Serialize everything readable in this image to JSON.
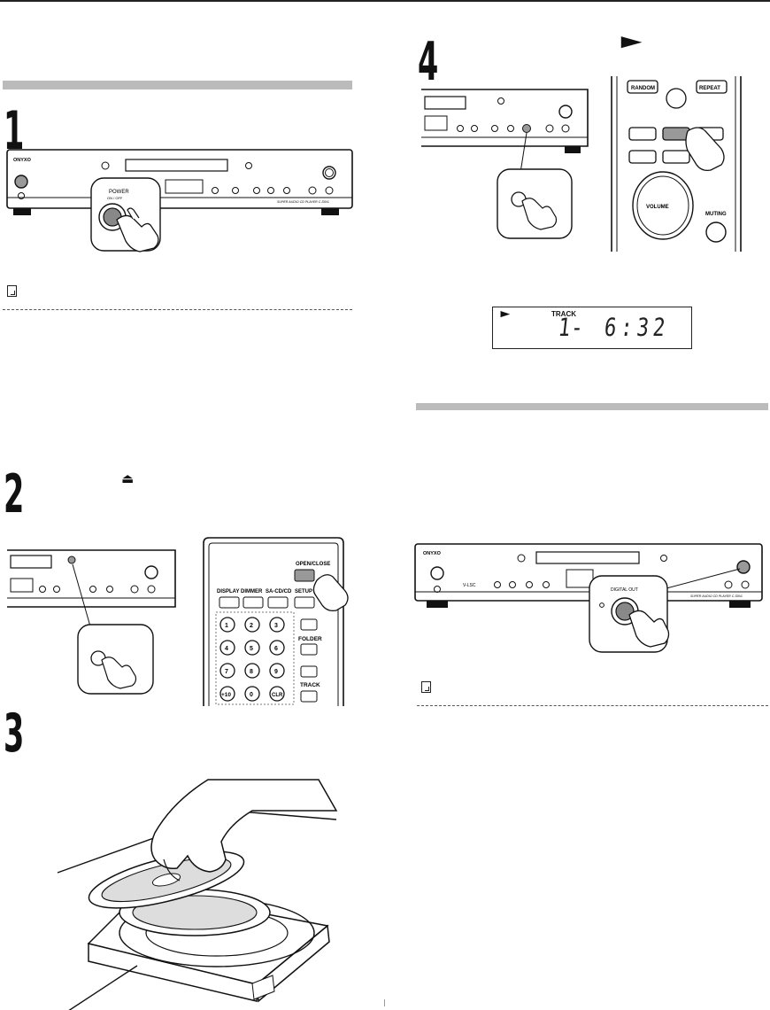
{
  "glyphs": {
    "play": "►",
    "eject": "⏏"
  },
  "step1": {
    "number": "1"
  },
  "step2": {
    "number": "2"
  },
  "step3": {
    "number": "3"
  },
  "step4": {
    "number": "4"
  },
  "device": {
    "brand": "ONYXO",
    "power_label": "POWER",
    "power_sub": "ON / OFF",
    "digital_out": "DIGITAL OUT",
    "model_line": "SUPER AUDIO CD PLAYER C-S5VL",
    "vlsc": "V-LSC"
  },
  "remote_step2": {
    "open_close": "OPEN/CLOSE",
    "row_labels": [
      "DISPLAY",
      "DIMMER",
      "SA-CD/CD",
      "SETUP"
    ],
    "keys": [
      "1",
      "2",
      "3",
      "4",
      "5",
      "6",
      "7",
      "8",
      "9",
      "+10",
      "0",
      "CLR"
    ],
    "folder": "FOLDER",
    "track": "TRACK"
  },
  "remote_step4": {
    "random": "RANDOM",
    "repeat": "REPEAT",
    "volume": "VOLUME",
    "muting": "MUTING"
  },
  "display_panel": {
    "track_label": "TRACK",
    "track_number": "1-",
    "time": "6:32"
  }
}
